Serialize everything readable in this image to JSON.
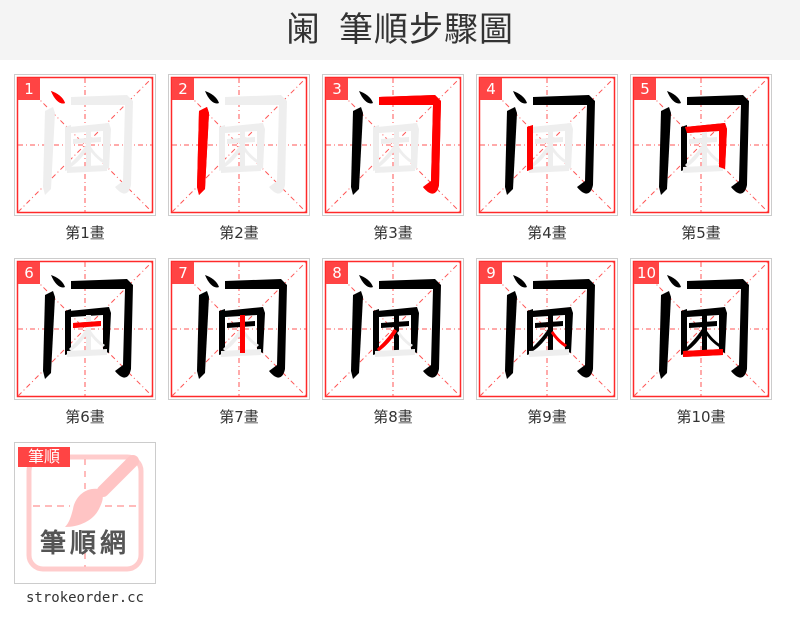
{
  "header": {
    "character": "阑",
    "title": "筆順步驟圖"
  },
  "colors": {
    "accent": "#ff4444",
    "grid_line": "#ff2a2a",
    "ghost_stroke": "#eeeeee",
    "done_stroke": "#000000",
    "current_stroke": "#ff0000",
    "header_bg": "#f4f4f4"
  },
  "steps": [
    {
      "number": "1",
      "caption": "第1畫"
    },
    {
      "number": "2",
      "caption": "第2畫"
    },
    {
      "number": "3",
      "caption": "第3畫"
    },
    {
      "number": "4",
      "caption": "第4畫"
    },
    {
      "number": "5",
      "caption": "第5畫"
    },
    {
      "number": "6",
      "caption": "第6畫"
    },
    {
      "number": "7",
      "caption": "第7畫"
    },
    {
      "number": "8",
      "caption": "第8畫"
    },
    {
      "number": "9",
      "caption": "第9畫"
    },
    {
      "number": "10",
      "caption": "第10畫"
    }
  ],
  "logo": {
    "tag": "筆順",
    "word": "筆順網",
    "icon": "brush-icon",
    "site": "strokeorder.cc"
  }
}
